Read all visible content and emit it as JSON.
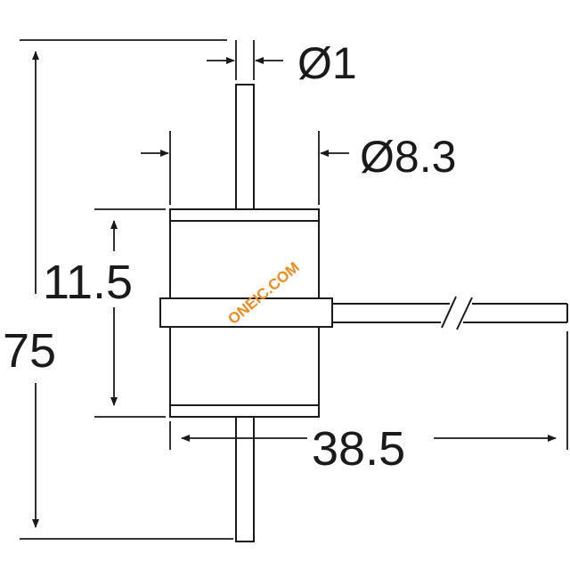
{
  "drawing": {
    "dimensions": {
      "lead_diameter": "Ø1",
      "body_diameter": "Ø8.3",
      "body_length": "11.5",
      "overall_length": "75",
      "side_lead_length": "38.5"
    },
    "watermark": "ONEIC.COM",
    "colors": {
      "line": "#1a1a1a",
      "watermark": "#f08a1c",
      "background": "#ffffff"
    }
  }
}
